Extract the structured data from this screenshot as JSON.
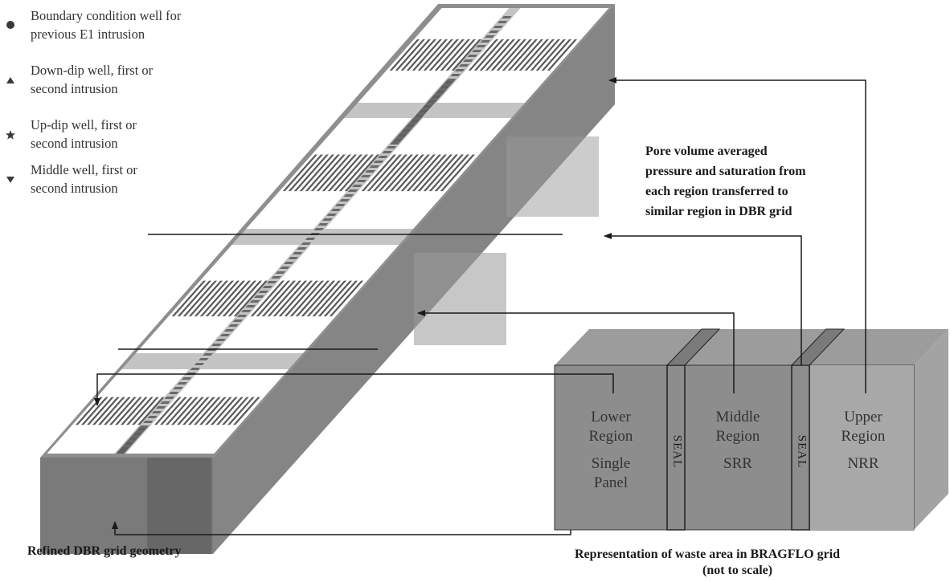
{
  "legend": [
    {
      "icon": "circle-icon",
      "lines": [
        "Boundary condition well for",
        "previous E1 intrusion"
      ]
    },
    {
      "icon": "triangle-up-icon",
      "lines": [
        "Down-dip well, first or",
        "second intrusion"
      ]
    },
    {
      "icon": "star-icon",
      "lines": [
        "Up-dip well, first or",
        "second intrusion"
      ]
    },
    {
      "icon": "triangle-down-icon",
      "lines": [
        "Middle well, first or",
        "second intrusion"
      ]
    }
  ],
  "annotation": {
    "lines": [
      "Pore volume averaged",
      "pressure and saturation from",
      "each region transferred to",
      "similar region in DBR grid"
    ]
  },
  "regions": [
    {
      "name": "lower-region",
      "lines": [
        "Lower",
        "Region",
        "",
        "Single",
        "Panel"
      ]
    },
    {
      "name": "middle-region",
      "lines": [
        "Middle",
        "Region",
        "",
        "SRR"
      ]
    },
    {
      "name": "upper-region",
      "lines": [
        "Upper",
        "Region",
        "",
        "NRR"
      ]
    }
  ],
  "seal_label": "SEAL",
  "captions": {
    "dbr": "Refined DBR grid geometry",
    "bragflo_line1": "Representation of waste area in BRAGFLO grid",
    "bragflo_line2": "(not to scale)"
  },
  "colors": {
    "slab_top": "#8e8e8e",
    "slab_side": "#858585",
    "slab_front": "#7a7a7a",
    "panel": "#ffffff",
    "drift_band": "#c4c4c4",
    "shaft": "#5f5f5f",
    "box_front": "#8d8d8d",
    "box_top": "#9c9c9c",
    "box_side": "#a3a3a3",
    "arrow": "#1a1a1a"
  }
}
